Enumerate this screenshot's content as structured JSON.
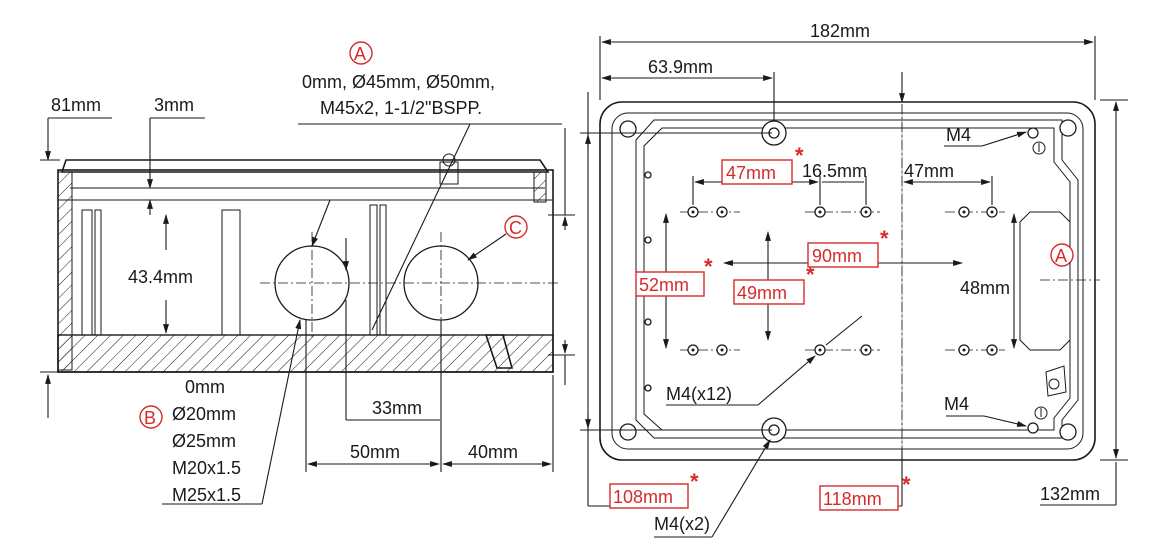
{
  "side_view": {
    "label_81": "81mm",
    "label_3": "3mm",
    "label_43_4": "43.4mm",
    "label_33": "33mm",
    "label_50": "50mm",
    "label_40": "40mm",
    "callout_a": {
      "letter": "A",
      "line1": "0mm, Ø45mm, Ø50mm,",
      "line2": "M45x2, 1-1/2\"BSPP."
    },
    "callout_b": {
      "letter": "B",
      "line0": "0mm",
      "line1": "Ø20mm",
      "line2": "Ø25mm",
      "line3": "M20x1.5",
      "line4": "M25x1.5"
    },
    "callout_c": {
      "letter": "C"
    }
  },
  "top_view": {
    "label_182": "182mm",
    "label_63_9": "63.9mm",
    "label_47a": "47mm",
    "label_16_5": "16.5mm",
    "label_47b": "47mm",
    "label_90": "90mm",
    "label_52": "52mm",
    "label_49": "49mm",
    "label_48": "48mm",
    "label_108": "108mm",
    "label_118": "118mm",
    "label_132": "132mm",
    "label_m4_top": "M4",
    "label_m4_bottom": "M4",
    "label_m4x12": "M4(x12)",
    "label_m4x2": "M4(x2)",
    "callout_a": {
      "letter": "A"
    },
    "star": "*"
  },
  "colors": {
    "ink": "#1a1a1a",
    "accent_red": "#d62b2b"
  }
}
